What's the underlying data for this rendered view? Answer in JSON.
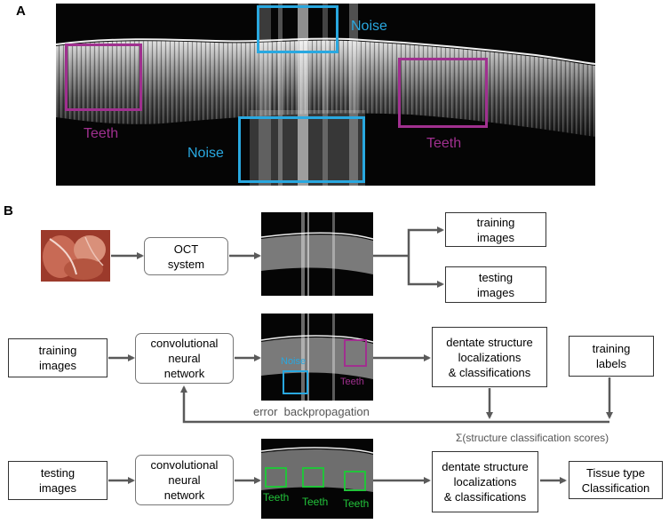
{
  "panelA": {
    "label": "A",
    "noise_top": "Noise",
    "noise_bottom": "Noise",
    "teeth_left": "Teeth",
    "teeth_right": "Teeth"
  },
  "panelB": {
    "label": "B",
    "row1": {
      "oct_system": "OCT\nsystem",
      "training_images": "training\nimages",
      "testing_images": "testing\nimages"
    },
    "row2": {
      "training_images": "training\nimages",
      "cnn": "convolutional\nneural\nnetwork",
      "noise": "Noise",
      "teeth": "Teeth",
      "dentate": "dentate structure\nlocalizations\n& classifications",
      "training_labels": "training\nlabels",
      "error_backprop": "error  backpropagation",
      "sum_scores": "Σ(structure classification scores)"
    },
    "row3": {
      "testing_images": "testing\nimages",
      "cnn": "convolutional\nneural\nnetwork",
      "teeth_labels": [
        "Teeth",
        "Teeth",
        "Teeth"
      ],
      "dentate": "dentate structure\nlocalizations\n& classifications",
      "tissue": "Tissue type\nClassification"
    }
  },
  "colors": {
    "magenta": "#a0308f",
    "cyan": "#29a8e0",
    "green": "#22c33a",
    "arrow": "#5a5a5a"
  }
}
